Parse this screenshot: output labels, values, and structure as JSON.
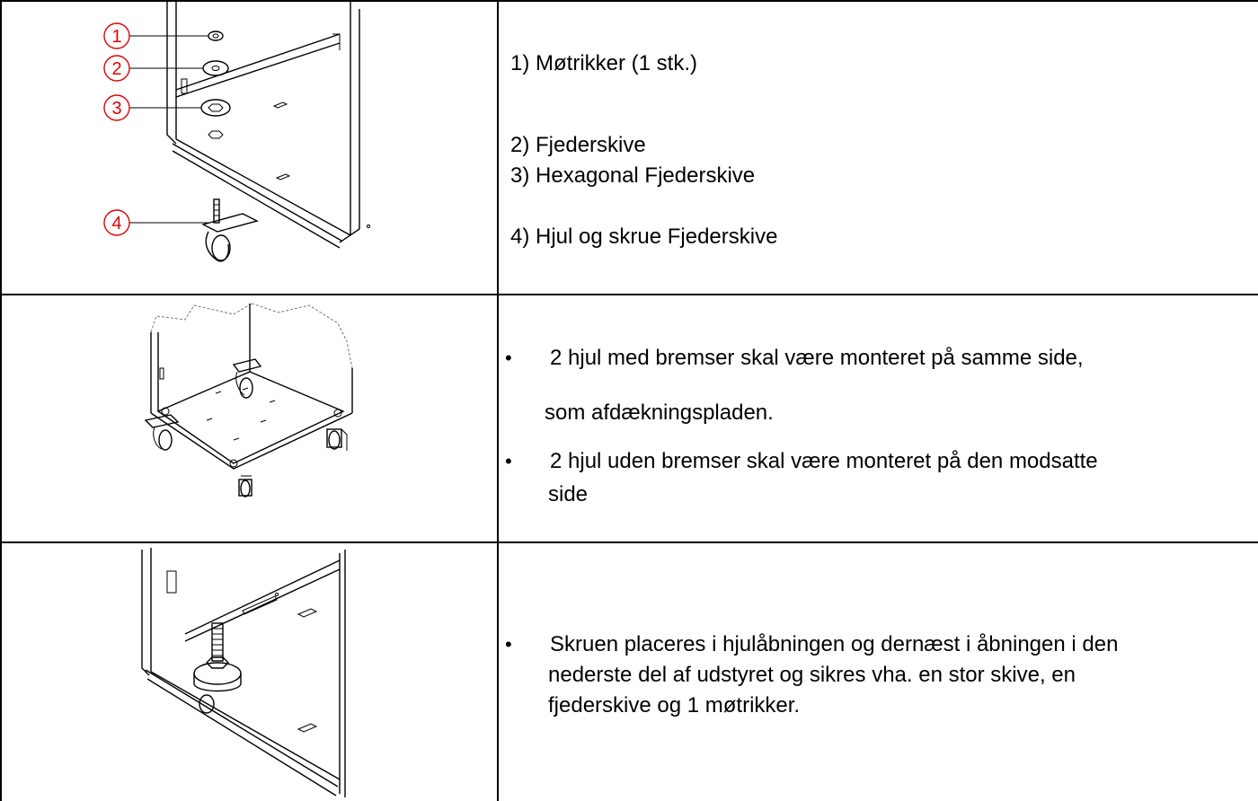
{
  "row1": {
    "callouts": [
      "1",
      "2",
      "3",
      "4"
    ],
    "items": [
      "1) Møtrikker (1 stk.)",
      "2) Fjederskive",
      "3) Hexagonal Fjederskive",
      "4) Hjul og skrue Fjederskive"
    ]
  },
  "row2": {
    "bullets": [
      {
        "lines": [
          "2 hjul med bremser skal være monteret på samme side,",
          "som afdækningspladen."
        ]
      },
      {
        "lines": [
          "2 hjul uden bremser skal være monteret på den modsatte",
          "side"
        ]
      }
    ]
  },
  "row3": {
    "bullets": [
      {
        "lines": [
          "Skruen placeres i hjulåbningen og dernæst i åbningen i den",
          "nederste del af udstyret og sikres vha. en stor skive, en",
          "fjederskive og 1 møtrikker."
        ]
      }
    ]
  },
  "colors": {
    "callout": "#e00000",
    "line": "#000000"
  },
  "bullet_glyph": "•"
}
